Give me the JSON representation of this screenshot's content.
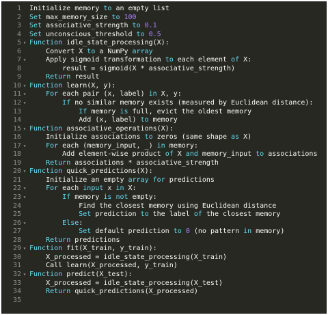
{
  "colors": {
    "background": "#272822",
    "text": "#f8f8f2",
    "keyword": "#66d9ef",
    "number": "#ae81ff",
    "gutter": "#8f908a"
  },
  "fold_icon": "fold-arrow-icon",
  "lines": [
    [
      {
        "t": "Initialize memory "
      },
      {
        "t": "to",
        "c": "k"
      },
      {
        "t": " an empty list"
      }
    ],
    [
      {
        "t": "Set",
        "c": "k"
      },
      {
        "t": " max_memory_size "
      },
      {
        "t": "to",
        "c": "k"
      },
      {
        "t": " "
      },
      {
        "t": "100",
        "c": "n"
      }
    ],
    [
      {
        "t": "Set",
        "c": "k"
      },
      {
        "t": " associative_strength "
      },
      {
        "t": "to",
        "c": "k"
      },
      {
        "t": " "
      },
      {
        "t": "0.1",
        "c": "n"
      }
    ],
    [
      {
        "t": "Set",
        "c": "k"
      },
      {
        "t": " unconscious_threshold "
      },
      {
        "t": "to",
        "c": "k"
      },
      {
        "t": " "
      },
      {
        "t": "0.5",
        "c": "n"
      }
    ],
    [
      {
        "t": "Function",
        "c": "k"
      },
      {
        "t": " idle_state_processing(X):"
      }
    ],
    [
      {
        "t": "    Convert X "
      },
      {
        "t": "to",
        "c": "k"
      },
      {
        "t": " a NumPy "
      },
      {
        "t": "array",
        "c": "k"
      }
    ],
    [
      {
        "t": "    Apply sigmoid transformation "
      },
      {
        "t": "to",
        "c": "k"
      },
      {
        "t": " each element "
      },
      {
        "t": "of",
        "c": "k"
      },
      {
        "t": " X:"
      }
    ],
    [
      {
        "t": "        result = sigmoid(X * associative_strength)"
      }
    ],
    [
      {
        "t": "    "
      },
      {
        "t": "Return",
        "c": "k"
      },
      {
        "t": " result"
      }
    ],
    [
      {
        "t": "Function",
        "c": "k"
      },
      {
        "t": " learn(X, y):"
      }
    ],
    [
      {
        "t": "    "
      },
      {
        "t": "For",
        "c": "k"
      },
      {
        "t": " each pair (x, label) "
      },
      {
        "t": "in",
        "c": "k"
      },
      {
        "t": " X, y:"
      }
    ],
    [
      {
        "t": "        "
      },
      {
        "t": "If",
        "c": "k"
      },
      {
        "t": " no similar memory exists (measured by Euclidean distance):"
      }
    ],
    [
      {
        "t": "            "
      },
      {
        "t": "If",
        "c": "k"
      },
      {
        "t": " memory "
      },
      {
        "t": "is",
        "c": "k"
      },
      {
        "t": " full, evict the oldest memory"
      }
    ],
    [
      {
        "t": "            Add (x, label) "
      },
      {
        "t": "to",
        "c": "k"
      },
      {
        "t": " memory"
      }
    ],
    [
      {
        "t": "Function",
        "c": "k"
      },
      {
        "t": " associative_operations(X):"
      }
    ],
    [
      {
        "t": "    Initialize associations "
      },
      {
        "t": "to",
        "c": "k"
      },
      {
        "t": " zeros (same shape "
      },
      {
        "t": "as",
        "c": "k"
      },
      {
        "t": " X)"
      }
    ],
    [
      {
        "t": "    "
      },
      {
        "t": "For",
        "c": "k"
      },
      {
        "t": " each (memory_input, _) "
      },
      {
        "t": "in",
        "c": "k"
      },
      {
        "t": " memory:"
      }
    ],
    [
      {
        "t": "        Add element-wise product "
      },
      {
        "t": "of",
        "c": "k"
      },
      {
        "t": " X "
      },
      {
        "t": "and",
        "c": "k"
      },
      {
        "t": " memory_input "
      },
      {
        "t": "to",
        "c": "k"
      },
      {
        "t": " associations"
      }
    ],
    [
      {
        "t": "    "
      },
      {
        "t": "Return",
        "c": "k"
      },
      {
        "t": " associations * associative_strength"
      }
    ],
    [
      {
        "t": "Function",
        "c": "k"
      },
      {
        "t": " quick_predictions(X):"
      }
    ],
    [
      {
        "t": "    Initialize an empty "
      },
      {
        "t": "array",
        "c": "k"
      },
      {
        "t": " "
      },
      {
        "t": "for",
        "c": "k"
      },
      {
        "t": " predictions"
      }
    ],
    [
      {
        "t": "    "
      },
      {
        "t": "For",
        "c": "k"
      },
      {
        "t": " each "
      },
      {
        "t": "input",
        "c": "k"
      },
      {
        "t": " x "
      },
      {
        "t": "in",
        "c": "k"
      },
      {
        "t": " X:"
      }
    ],
    [
      {
        "t": "        "
      },
      {
        "t": "If",
        "c": "k"
      },
      {
        "t": " memory "
      },
      {
        "t": "is",
        "c": "k"
      },
      {
        "t": " "
      },
      {
        "t": "not",
        "c": "k"
      },
      {
        "t": " empty:"
      }
    ],
    [
      {
        "t": "            Find the closest memory using Euclidean distance"
      }
    ],
    [
      {
        "t": "            "
      },
      {
        "t": "Set",
        "c": "k"
      },
      {
        "t": " prediction "
      },
      {
        "t": "to",
        "c": "k"
      },
      {
        "t": " the label "
      },
      {
        "t": "of",
        "c": "k"
      },
      {
        "t": " the closest memory"
      }
    ],
    [
      {
        "t": "        "
      },
      {
        "t": "Else",
        "c": "k"
      },
      {
        "t": ":"
      }
    ],
    [
      {
        "t": "            "
      },
      {
        "t": "Set",
        "c": "k"
      },
      {
        "t": " default prediction "
      },
      {
        "t": "to",
        "c": "k"
      },
      {
        "t": " "
      },
      {
        "t": "0",
        "c": "n"
      },
      {
        "t": " (no pattern "
      },
      {
        "t": "in",
        "c": "k"
      },
      {
        "t": " memory)"
      }
    ],
    [
      {
        "t": "    "
      },
      {
        "t": "Return",
        "c": "k"
      },
      {
        "t": " predictions"
      }
    ],
    [
      {
        "t": "Function",
        "c": "k"
      },
      {
        "t": " fit(X_train, y_train):"
      }
    ],
    [
      {
        "t": "    X_processed = idle_state_processing(X_train)"
      }
    ],
    [
      {
        "t": "    Call learn(X_processed, y_train)"
      }
    ],
    [
      {
        "t": "Function",
        "c": "k"
      },
      {
        "t": " predict(X_test):"
      }
    ],
    [
      {
        "t": "    X_processed = idle_state_processing(X_test)"
      }
    ],
    [
      {
        "t": "    "
      },
      {
        "t": "Return",
        "c": "k"
      },
      {
        "t": " quick_predictions(X_processed)"
      }
    ],
    []
  ],
  "folds": [
    5,
    7,
    10,
    11,
    12,
    15,
    17,
    20,
    22,
    23,
    26,
    29,
    32
  ]
}
